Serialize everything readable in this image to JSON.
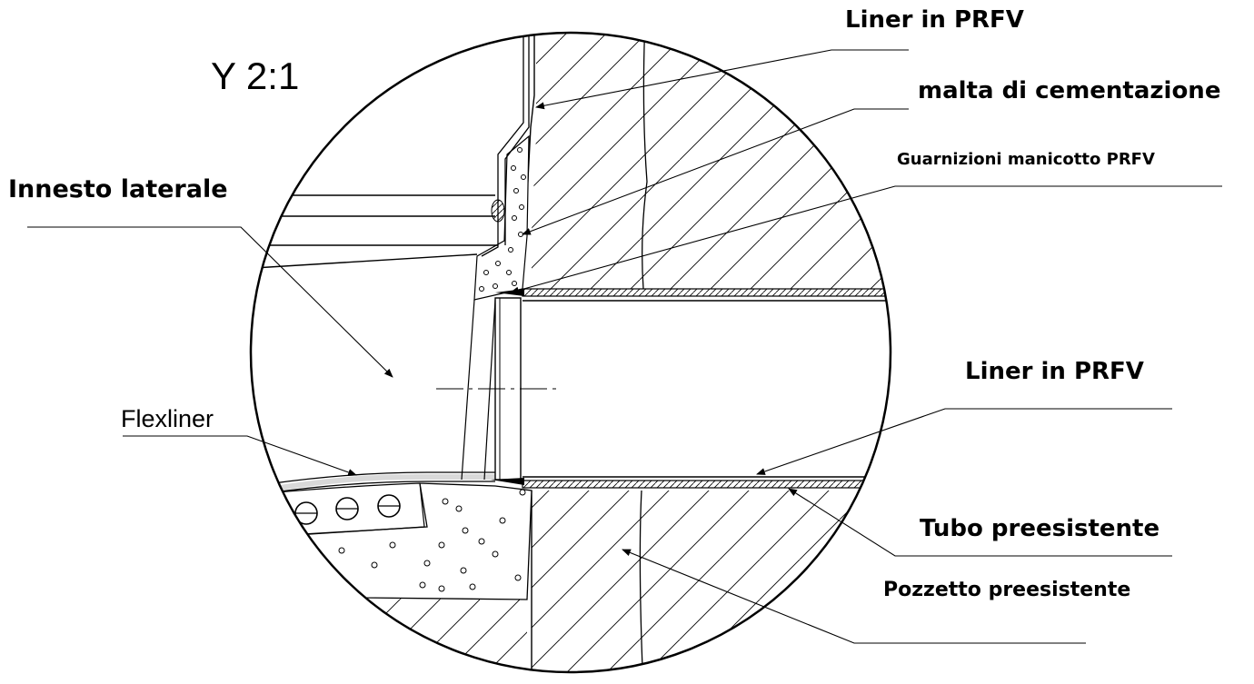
{
  "scale_label": "Y 2:1",
  "labels": {
    "liner_top": "Liner in PRFV",
    "malta": "malta di cementazione",
    "guarnizioni": "Guarnizioni manicotto PRFV",
    "innesto": "Innesto laterale",
    "liner_mid": "Liner in PRFV",
    "flexliner": "Flexliner",
    "tubo": "Tubo preesistente",
    "pozzetto": "Pozzetto preesistente"
  }
}
